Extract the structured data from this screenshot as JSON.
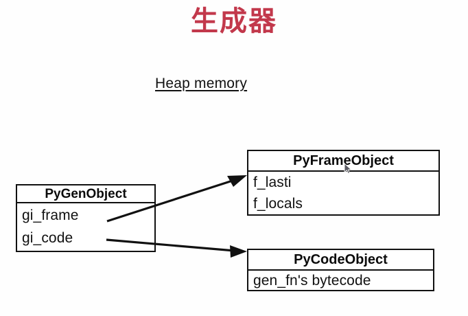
{
  "slide": {
    "title": "生成器",
    "title_color": "#c2384b",
    "background_color": "#fefefe",
    "section_label": "Heap memory"
  },
  "diagram": {
    "line_color": "#111111",
    "boxes": [
      {
        "id": "pygenobject",
        "title": "PyGenObject",
        "fields": [
          "gi_frame",
          "gi_code"
        ]
      },
      {
        "id": "pyframeobject",
        "title": "PyFrameObject",
        "fields": [
          "f_lasti",
          "f_locals"
        ]
      },
      {
        "id": "pycodeobject",
        "title": "PyCodeObject",
        "fields": [
          "gen_fn's bytecode"
        ]
      }
    ],
    "arrows": [
      {
        "id": "gi-frame-to-pyframeobject",
        "from": "gi_frame",
        "to": "PyFrameObject"
      },
      {
        "id": "gi-code-to-pycodeobject",
        "from": "gi_code",
        "to": "PyCodeObject"
      }
    ]
  },
  "cursor": {
    "icon": "mouse-pointer-icon"
  }
}
